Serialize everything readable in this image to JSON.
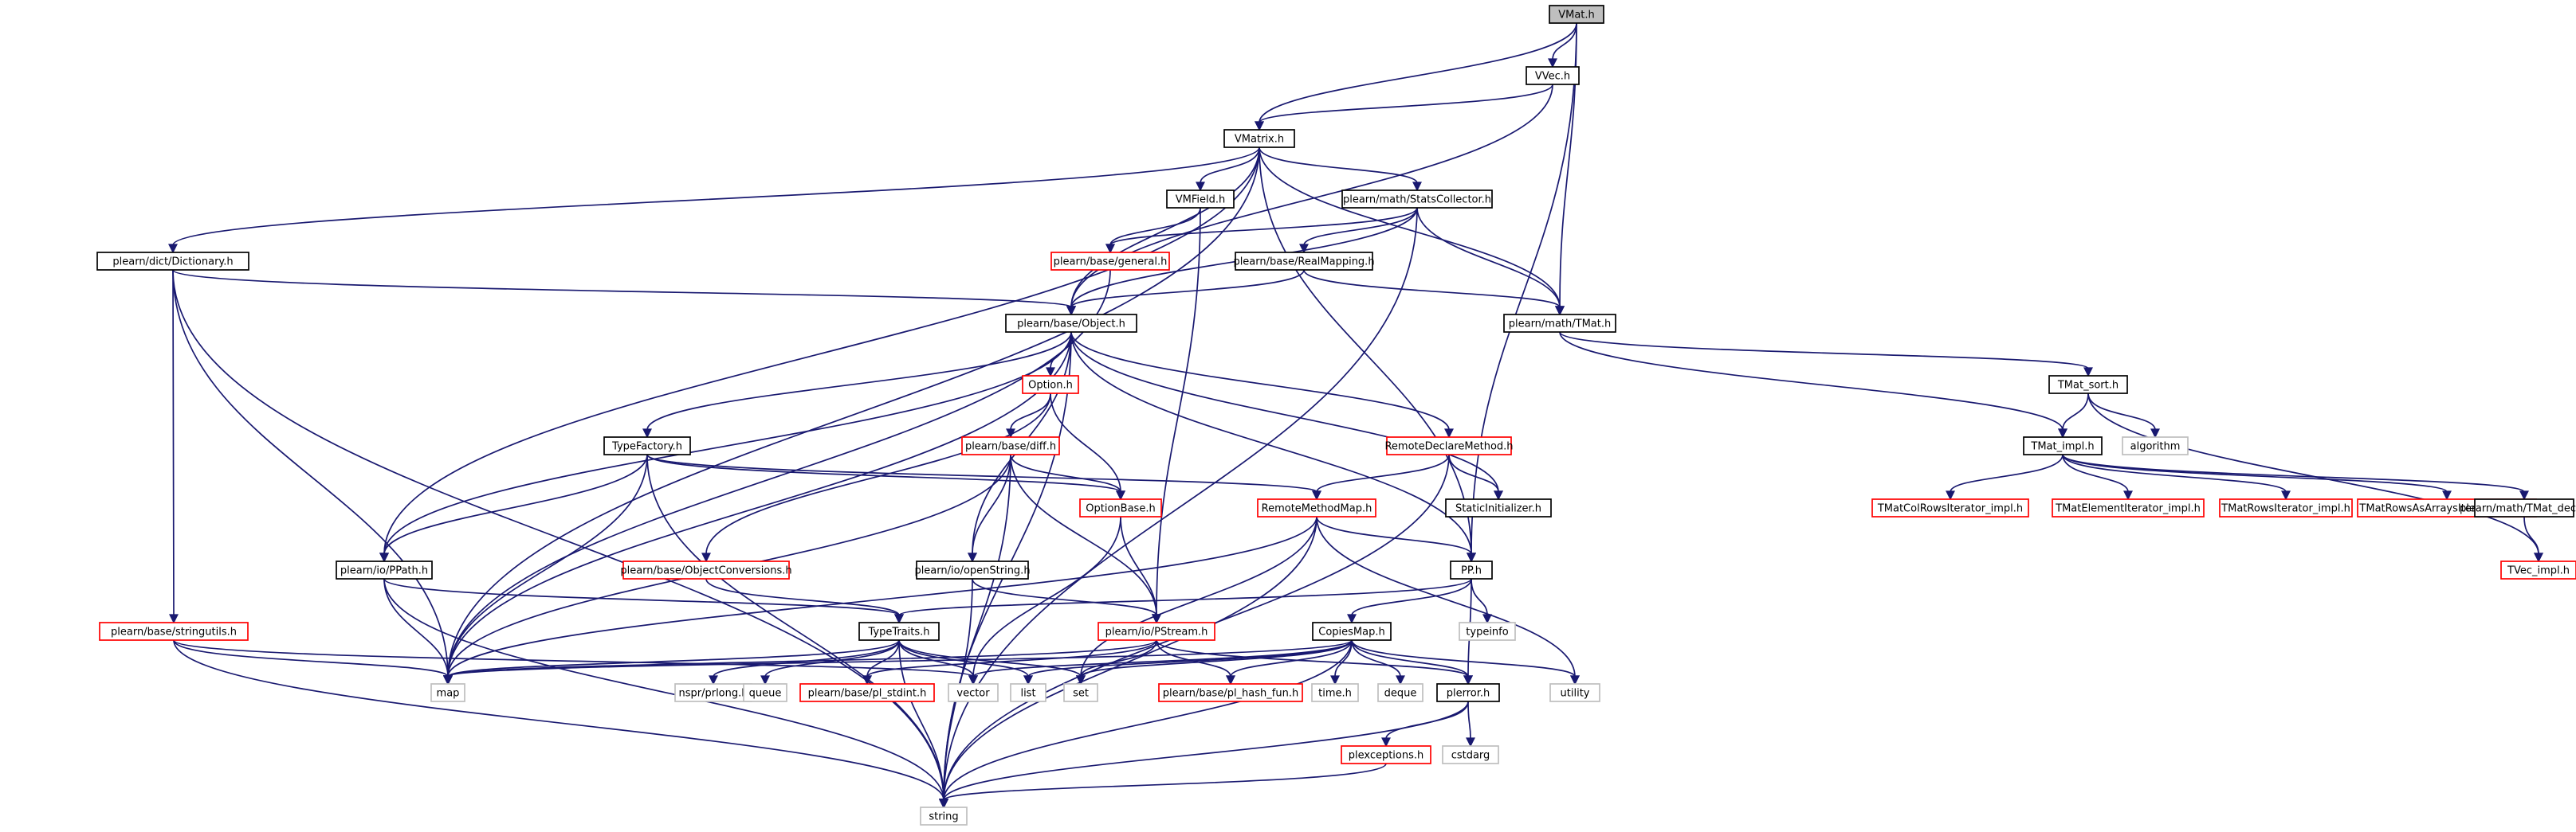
{
  "colors": {
    "edge": "#191970",
    "root_fill": "#bfbfbf",
    "border_documented": "#000000",
    "border_undocumented": "#ff0000",
    "border_system": "#bfbfbf",
    "text": "#000000",
    "text_system": "#000000"
  },
  "nodes": {
    "vmat": {
      "label": "VMat.h",
      "kind": "root"
    },
    "vvec": {
      "label": "VVec.h",
      "kind": "doc"
    },
    "vmatrix": {
      "label": "VMatrix.h",
      "kind": "doc"
    },
    "vmfield": {
      "label": "VMField.h",
      "kind": "doc"
    },
    "statscollector": {
      "label": "plearn/math/StatsCollector.h",
      "kind": "doc"
    },
    "dictionary": {
      "label": "plearn/dict/Dictionary.h",
      "kind": "doc"
    },
    "general": {
      "label": "plearn/base/general.h",
      "kind": "red"
    },
    "realmapping": {
      "label": "plearn/base/RealMapping.h",
      "kind": "doc"
    },
    "object": {
      "label": "plearn/base/Object.h",
      "kind": "doc"
    },
    "tmat": {
      "label": "plearn/math/TMat.h",
      "kind": "doc"
    },
    "option": {
      "label": "Option.h",
      "kind": "red"
    },
    "diff": {
      "label": "plearn/base/diff.h",
      "kind": "red"
    },
    "typefactory": {
      "label": "TypeFactory.h",
      "kind": "doc"
    },
    "remotedeclare": {
      "label": "RemoteDeclareMethod.h",
      "kind": "red"
    },
    "tmatsort": {
      "label": "TMat_sort.h",
      "kind": "doc"
    },
    "algorithm": {
      "label": "algorithm",
      "kind": "sys"
    },
    "tmatimpl": {
      "label": "TMat_impl.h",
      "kind": "doc"
    },
    "optionbase": {
      "label": "OptionBase.h",
      "kind": "red"
    },
    "remotemethodmap": {
      "label": "RemoteMethodMap.h",
      "kind": "red"
    },
    "staticinit": {
      "label": "StaticInitializer.h",
      "kind": "doc"
    },
    "tmatcolrows": {
      "label": "TMatColRowsIterator_impl.h",
      "kind": "red"
    },
    "tmatelement": {
      "label": "TMatElementIterator_impl.h",
      "kind": "red"
    },
    "tmatrows": {
      "label": "TMatRowsIterator_impl.h",
      "kind": "red"
    },
    "tmatrowsasarrays": {
      "label": "TMatRowsAsArraysIterator_impl.h",
      "kind": "red"
    },
    "tmatdecl": {
      "label": "plearn/math/TMat_decl.h",
      "kind": "doc"
    },
    "ppath": {
      "label": "plearn/io/PPath.h",
      "kind": "doc"
    },
    "objconv": {
      "label": "plearn/base/ObjectConversions.h",
      "kind": "red"
    },
    "openstring": {
      "label": "plearn/io/openString.h",
      "kind": "doc"
    },
    "pp": {
      "label": "PP.h",
      "kind": "doc"
    },
    "tvecimpl": {
      "label": "TVec_impl.h",
      "kind": "red"
    },
    "stringutils": {
      "label": "plearn/base/stringutils.h",
      "kind": "red"
    },
    "typetraits": {
      "label": "TypeTraits.h",
      "kind": "doc"
    },
    "pstream": {
      "label": "plearn/io/PStream.h",
      "kind": "red"
    },
    "copiesmap": {
      "label": "CopiesMap.h",
      "kind": "doc"
    },
    "typeinfo": {
      "label": "typeinfo",
      "kind": "sys"
    },
    "map": {
      "label": "map",
      "kind": "sys"
    },
    "nsprlong": {
      "label": "nspr/prlong.h",
      "kind": "sys"
    },
    "queue": {
      "label": "queue",
      "kind": "sys"
    },
    "plstdint": {
      "label": "plearn/base/pl_stdint.h",
      "kind": "red"
    },
    "vector": {
      "label": "vector",
      "kind": "sys"
    },
    "list": {
      "label": "list",
      "kind": "sys"
    },
    "set": {
      "label": "set",
      "kind": "sys"
    },
    "plhash": {
      "label": "plearn/base/pl_hash_fun.h",
      "kind": "red"
    },
    "timeh": {
      "label": "time.h",
      "kind": "sys"
    },
    "deque": {
      "label": "deque",
      "kind": "sys"
    },
    "plerror": {
      "label": "plerror.h",
      "kind": "doc"
    },
    "utility": {
      "label": "utility",
      "kind": "sys"
    },
    "plexceptions": {
      "label": "plexceptions.h",
      "kind": "red"
    },
    "cstdarg": {
      "label": "cstdarg",
      "kind": "sys"
    },
    "string": {
      "label": "string",
      "kind": "sys"
    }
  },
  "edges": [
    [
      "vmat",
      "vvec"
    ],
    [
      "vmat",
      "vmatrix"
    ],
    [
      "vmat",
      "tmat"
    ],
    [
      "vmat",
      "pp"
    ],
    [
      "vvec",
      "vmatrix"
    ],
    [
      "vvec",
      "object"
    ],
    [
      "vmatrix",
      "dictionary"
    ],
    [
      "vmatrix",
      "ppath"
    ],
    [
      "vmatrix",
      "map"
    ],
    [
      "vmatrix",
      "object"
    ],
    [
      "vmatrix",
      "vmfield"
    ],
    [
      "vmatrix",
      "statscollector"
    ],
    [
      "vmatrix",
      "tmat"
    ],
    [
      "vmatrix",
      "pp"
    ],
    [
      "vmfield",
      "general"
    ],
    [
      "vmfield",
      "pstream"
    ],
    [
      "statscollector",
      "general"
    ],
    [
      "statscollector",
      "realmapping"
    ],
    [
      "statscollector",
      "object"
    ],
    [
      "statscollector",
      "tmat"
    ],
    [
      "statscollector",
      "string"
    ],
    [
      "dictionary",
      "object"
    ],
    [
      "dictionary",
      "stringutils"
    ],
    [
      "dictionary",
      "map"
    ],
    [
      "dictionary",
      "string"
    ],
    [
      "general",
      "map"
    ],
    [
      "realmapping",
      "object"
    ],
    [
      "realmapping",
      "tmat"
    ],
    [
      "object",
      "ppath"
    ],
    [
      "object",
      "typefactory"
    ],
    [
      "object",
      "option"
    ],
    [
      "object",
      "remotedeclare"
    ],
    [
      "object",
      "staticinit"
    ],
    [
      "object",
      "openstring"
    ],
    [
      "object",
      "pp"
    ],
    [
      "object",
      "map"
    ],
    [
      "object",
      "string"
    ],
    [
      "tmat",
      "tmatsort"
    ],
    [
      "tmat",
      "tmatimpl"
    ],
    [
      "tmatsort",
      "tmatimpl"
    ],
    [
      "tmatsort",
      "algorithm"
    ],
    [
      "tmatsort",
      "tvecimpl"
    ],
    [
      "tmatimpl",
      "tmatcolrows"
    ],
    [
      "tmatimpl",
      "tmatelement"
    ],
    [
      "tmatimpl",
      "tmatrows"
    ],
    [
      "tmatimpl",
      "tmatrowsasarrays"
    ],
    [
      "tmatimpl",
      "tmatdecl"
    ],
    [
      "tmatdecl",
      "tvecimpl"
    ],
    [
      "option",
      "diff"
    ],
    [
      "option",
      "optionbase"
    ],
    [
      "option",
      "objconv"
    ],
    [
      "diff",
      "optionbase"
    ],
    [
      "diff",
      "openstring"
    ],
    [
      "diff",
      "pstream"
    ],
    [
      "diff",
      "map"
    ],
    [
      "diff",
      "string"
    ],
    [
      "typefactory",
      "ppath"
    ],
    [
      "typefactory",
      "optionbase"
    ],
    [
      "typefactory",
      "remotemethodmap"
    ],
    [
      "typefactory",
      "map"
    ],
    [
      "typefactory",
      "string"
    ],
    [
      "remotedeclare",
      "remotemethodmap"
    ],
    [
      "remotedeclare",
      "staticinit"
    ],
    [
      "remotedeclare",
      "string"
    ],
    [
      "optionbase",
      "pstream"
    ],
    [
      "optionbase",
      "vector"
    ],
    [
      "remotemethodmap",
      "pp"
    ],
    [
      "remotemethodmap",
      "map"
    ],
    [
      "remotemethodmap",
      "set"
    ],
    [
      "remotemethodmap",
      "string"
    ],
    [
      "remotemethodmap",
      "utility"
    ],
    [
      "ppath",
      "typetraits"
    ],
    [
      "ppath",
      "map"
    ],
    [
      "ppath",
      "string"
    ],
    [
      "objconv",
      "typetraits"
    ],
    [
      "openstring",
      "pstream"
    ],
    [
      "openstring",
      "string"
    ],
    [
      "pp",
      "typetraits"
    ],
    [
      "pp",
      "copiesmap"
    ],
    [
      "pp",
      "typeinfo"
    ],
    [
      "pp",
      "plerror"
    ],
    [
      "stringutils",
      "map"
    ],
    [
      "stringutils",
      "vector"
    ],
    [
      "stringutils",
      "string"
    ],
    [
      "typetraits",
      "map"
    ],
    [
      "typetraits",
      "nsprlong"
    ],
    [
      "typetraits",
      "queue"
    ],
    [
      "typetraits",
      "plstdint"
    ],
    [
      "typetraits",
      "vector"
    ],
    [
      "typetraits",
      "list"
    ],
    [
      "typetraits",
      "set"
    ],
    [
      "typetraits",
      "string"
    ],
    [
      "pstream",
      "map"
    ],
    [
      "pstream",
      "plstdint"
    ],
    [
      "pstream",
      "set"
    ],
    [
      "pstream",
      "plhash"
    ],
    [
      "pstream",
      "plerror"
    ],
    [
      "copiesmap",
      "map"
    ],
    [
      "copiesmap",
      "vector"
    ],
    [
      "copiesmap",
      "list"
    ],
    [
      "copiesmap",
      "set"
    ],
    [
      "copiesmap",
      "plhash"
    ],
    [
      "copiesmap",
      "timeh"
    ],
    [
      "copiesmap",
      "deque"
    ],
    [
      "copiesmap",
      "plerror"
    ],
    [
      "copiesmap",
      "utility"
    ],
    [
      "copiesmap",
      "string"
    ],
    [
      "plerror",
      "plexceptions"
    ],
    [
      "plerror",
      "cstdarg"
    ],
    [
      "plerror",
      "string"
    ],
    [
      "plexceptions",
      "string"
    ]
  ]
}
